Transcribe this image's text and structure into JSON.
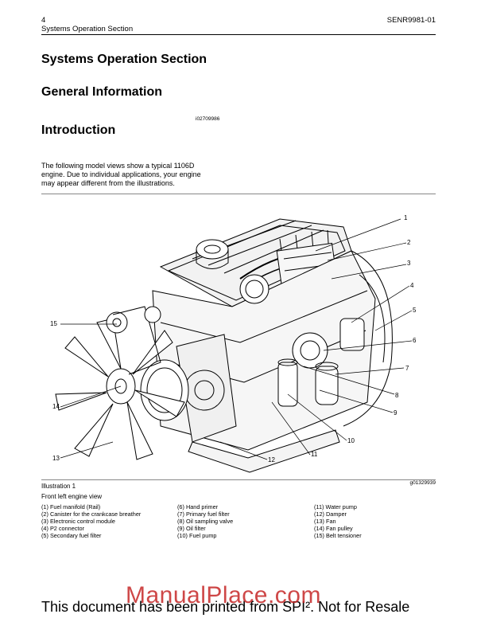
{
  "header": {
    "page_number": "4",
    "section": "Systems Operation Section",
    "doc_id": "SENR9981-01"
  },
  "headings": {
    "section": "Systems Operation Section",
    "general": "General Information",
    "ref_id": "i02709986",
    "intro": "Introduction"
  },
  "intro_text": [
    "The following model views show a typical 1106D",
    "engine. Due to individual applications, your engine",
    "may appear different from the illustrations."
  ],
  "figure": {
    "callouts": [
      "1",
      "2",
      "3",
      "4",
      "5",
      "6",
      "7",
      "8",
      "9",
      "10",
      "11",
      "12",
      "13",
      "14",
      "15"
    ],
    "illustration_label": "Illustration 1",
    "graphic_id": "g01329939",
    "caption": "Front left engine view"
  },
  "legend": {
    "col1": [
      "(1) Fuel manifold (Rail)",
      "(2) Canister for the crankcase breather",
      "(3) Electronic control module",
      "(4) P2 connector",
      "(5) Secondary fuel filter"
    ],
    "col2": [
      "(6) Hand primer",
      "(7) Primary fuel filter",
      "(8) Oil sampling valve",
      "(9) Oil filter",
      "(10) Fuel pump"
    ],
    "col3": [
      "(11) Water pump",
      "(12) Damper",
      "(13) Fan",
      "(14) Fan pulley",
      "(15) Belt tensioner"
    ]
  },
  "footer": {
    "notice": "This document has been printed from SPI². Not for Resale",
    "watermark": "ManualPlace.com"
  }
}
